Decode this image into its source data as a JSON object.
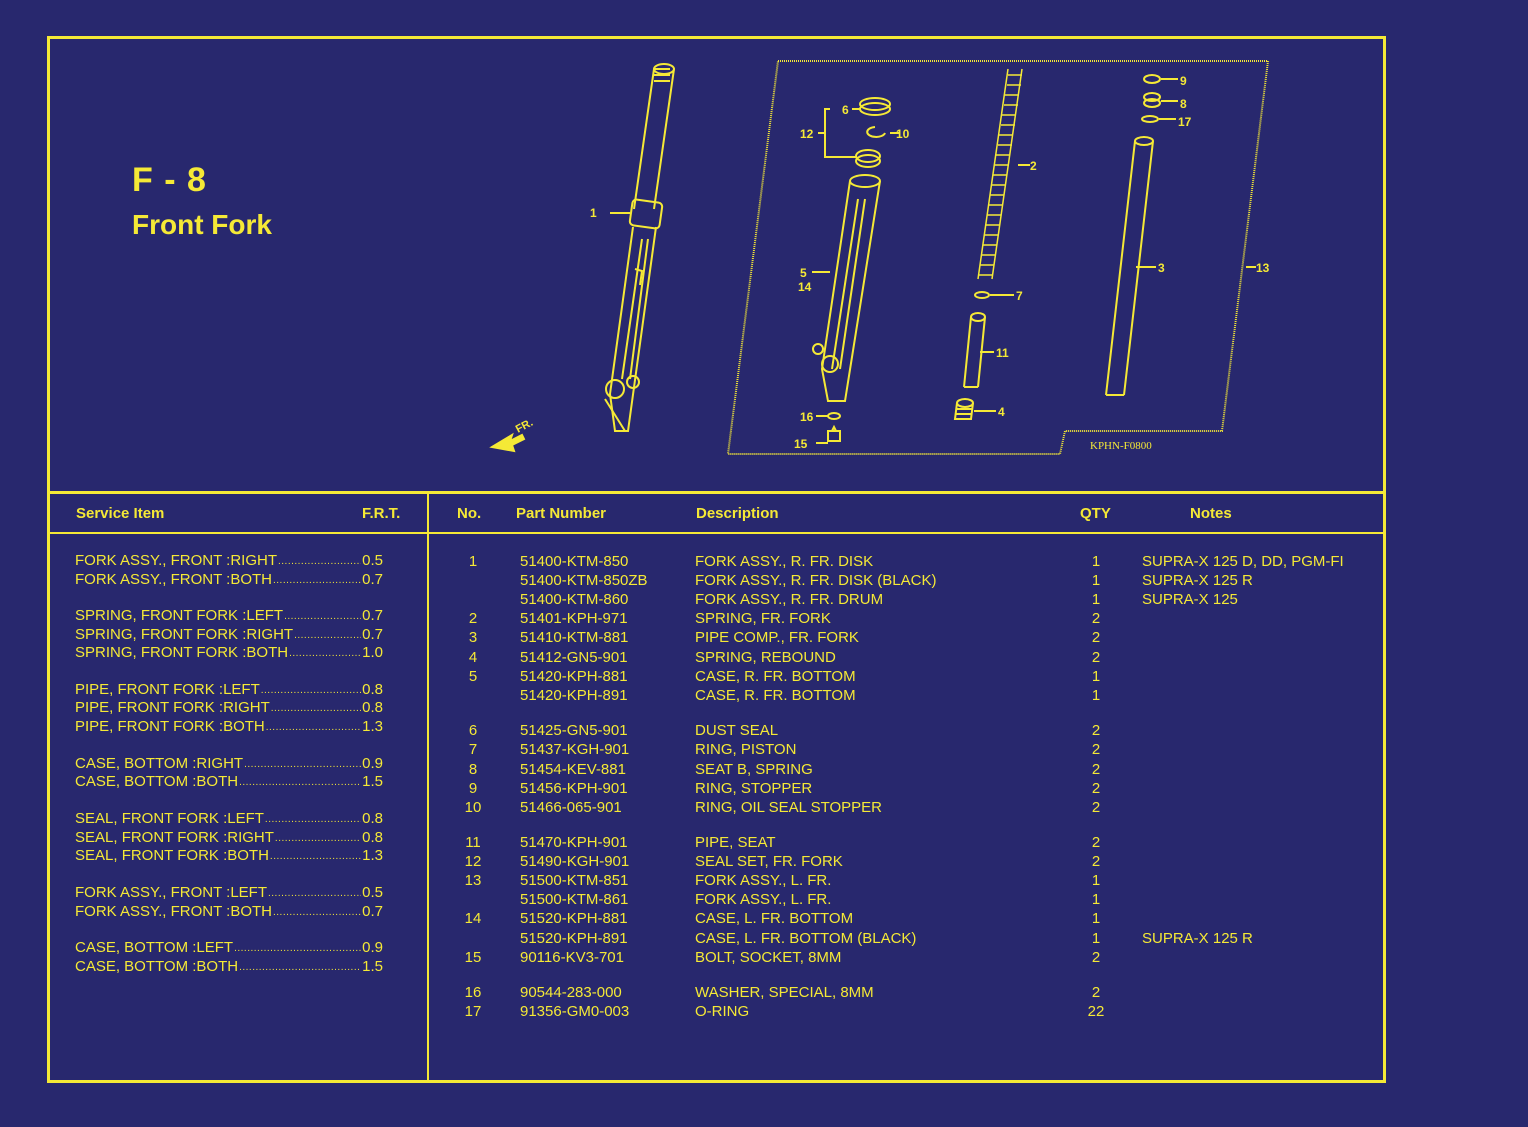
{
  "header": {
    "code": "F - 8",
    "title": "Front Fork"
  },
  "diagram": {
    "ref_code": "KPHN-F0800",
    "front_arrow_label": "FR.",
    "callouts": [
      "1",
      "2",
      "3",
      "4",
      "5",
      "14",
      "6",
      "7",
      "8",
      "9",
      "10",
      "11",
      "12",
      "13",
      "15",
      "16",
      "17"
    ]
  },
  "service": {
    "col_item": "Service Item",
    "col_frt": "F.R.T.",
    "rows": [
      {
        "item": "FORK ASSY., FRONT :RIGHT",
        "frt": "0.5"
      },
      {
        "item": "FORK ASSY., FRONT :BOTH",
        "frt": "0.7"
      },
      {
        "item": "SPRING, FRONT FORK :LEFT",
        "frt": "0.7"
      },
      {
        "item": "SPRING, FRONT FORK :RIGHT",
        "frt": "0.7"
      },
      {
        "item": "SPRING, FRONT FORK :BOTH",
        "frt": "1.0"
      },
      {
        "item": "PIPE, FRONT FORK :LEFT",
        "frt": "0.8"
      },
      {
        "item": "PIPE, FRONT FORK :RIGHT",
        "frt": "0.8"
      },
      {
        "item": "PIPE, FRONT FORK :BOTH",
        "frt": "1.3"
      },
      {
        "item": "CASE, BOTTOM :RIGHT",
        "frt": "0.9"
      },
      {
        "item": "CASE, BOTTOM :BOTH",
        "frt": "1.5"
      },
      {
        "item": "SEAL, FRONT FORK :LEFT",
        "frt": "0.8"
      },
      {
        "item": "SEAL, FRONT FORK :RIGHT",
        "frt": "0.8"
      },
      {
        "item": "SEAL, FRONT FORK :BOTH",
        "frt": "1.3"
      },
      {
        "item": "FORK ASSY., FRONT :LEFT",
        "frt": "0.5"
      },
      {
        "item": "FORK ASSY., FRONT :BOTH",
        "frt": "0.7"
      },
      {
        "item": "CASE, BOTTOM :LEFT",
        "frt": "0.9"
      },
      {
        "item": "CASE, BOTTOM :BOTH",
        "frt": "1.5"
      }
    ]
  },
  "parts": {
    "col_no": "No.",
    "col_part": "Part Number",
    "col_desc": "Description",
    "col_qty": "QTY",
    "col_notes": "Notes",
    "rows": [
      {
        "no": "1",
        "part": "51400-KTM-850",
        "desc": "FORK ASSY., R. FR.  DISK",
        "qty": "1",
        "notes": "SUPRA-X 125 D, DD, PGM-FI"
      },
      {
        "no": "",
        "part": "51400-KTM-850ZB",
        "desc": "FORK ASSY., R. FR.  DISK (BLACK)",
        "qty": "1",
        "notes": "SUPRA-X 125 R"
      },
      {
        "no": "",
        "part": "51400-KTM-860",
        "desc": "FORK ASSY., R. FR.  DRUM",
        "qty": "1",
        "notes": "SUPRA-X 125"
      },
      {
        "no": "2",
        "part": "51401-KPH-971",
        "desc": "SPRING, FR. FORK",
        "qty": "2",
        "notes": ""
      },
      {
        "no": "3",
        "part": "51410-KTM-881",
        "desc": "PIPE COMP., FR. FORK",
        "qty": "2",
        "notes": ""
      },
      {
        "no": "4",
        "part": "51412-GN5-901",
        "desc": "SPRING, REBOUND",
        "qty": "2",
        "notes": ""
      },
      {
        "no": "5",
        "part": "51420-KPH-881",
        "desc": "CASE, R. FR. BOTTOM",
        "qty": "1",
        "notes": ""
      },
      {
        "no": "",
        "part": "51420-KPH-891",
        "desc": "CASE, R. FR. BOTTOM",
        "qty": "1",
        "notes": ""
      },
      {
        "no": "6",
        "part": "51425-GN5-901",
        "desc": "DUST SEAL",
        "qty": "2",
        "notes": ""
      },
      {
        "no": "7",
        "part": "51437-KGH-901",
        "desc": "RING, PISTON",
        "qty": "2",
        "notes": ""
      },
      {
        "no": "8",
        "part": "51454-KEV-881",
        "desc": "SEAT B, SPRING",
        "qty": "2",
        "notes": ""
      },
      {
        "no": "9",
        "part": "51456-KPH-901",
        "desc": "RING, STOPPER",
        "qty": "2",
        "notes": ""
      },
      {
        "no": "10",
        "part": "51466-065-901",
        "desc": "RING, OIL SEAL STOPPER",
        "qty": "2",
        "notes": ""
      },
      {
        "no": "11",
        "part": "51470-KPH-901",
        "desc": "PIPE, SEAT",
        "qty": "2",
        "notes": ""
      },
      {
        "no": "12",
        "part": "51490-KGH-901",
        "desc": "SEAL SET, FR. FORK",
        "qty": "2",
        "notes": ""
      },
      {
        "no": "13",
        "part": "51500-KTM-851",
        "desc": "FORK ASSY., L. FR.",
        "qty": "1",
        "notes": ""
      },
      {
        "no": "",
        "part": "51500-KTM-861",
        "desc": "FORK ASSY., L. FR.",
        "qty": "1",
        "notes": ""
      },
      {
        "no": "14",
        "part": "51520-KPH-881",
        "desc": "CASE, L. FR. BOTTOM",
        "qty": "1",
        "notes": ""
      },
      {
        "no": "",
        "part": "51520-KPH-891",
        "desc": "CASE, L. FR. BOTTOM (BLACK)",
        "qty": "1",
        "notes": "SUPRA-X 125 R"
      },
      {
        "no": "15",
        "part": "90116-KV3-701",
        "desc": "BOLT, SOCKET, 8MM",
        "qty": "2",
        "notes": ""
      },
      {
        "no": "16",
        "part": "90544-283-000",
        "desc": "WASHER, SPECIAL, 8MM",
        "qty": "2",
        "notes": ""
      },
      {
        "no": "17",
        "part": "91356-GM0-003",
        "desc": "O-RING",
        "qty": "22",
        "notes": ""
      }
    ]
  }
}
